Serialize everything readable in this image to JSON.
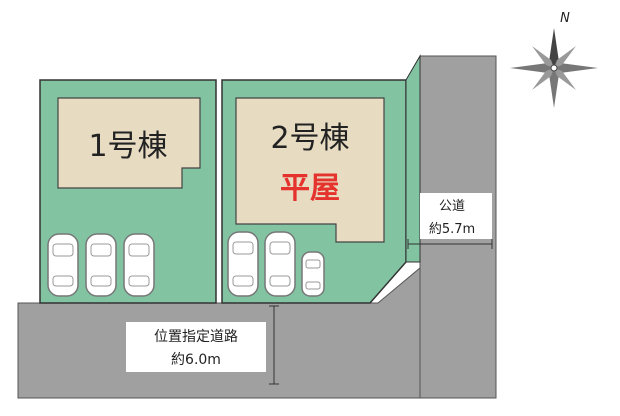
{
  "buildings": [
    {
      "label": "1号棟",
      "sublabel": ""
    },
    {
      "label": "2号棟",
      "sublabel": "平屋"
    }
  ],
  "roads": {
    "public_road": {
      "line1": "公道",
      "line2": "約5.7m"
    },
    "designated_road": {
      "line1": "位置指定道路",
      "line2": "約6.0m"
    }
  },
  "compass": {
    "north_label": "N"
  },
  "colors": {
    "lot": "#82c3a2",
    "building": "#e7dcc2",
    "road": "#a0a0a0",
    "outline": "#333333",
    "accent": "#e5322d"
  }
}
